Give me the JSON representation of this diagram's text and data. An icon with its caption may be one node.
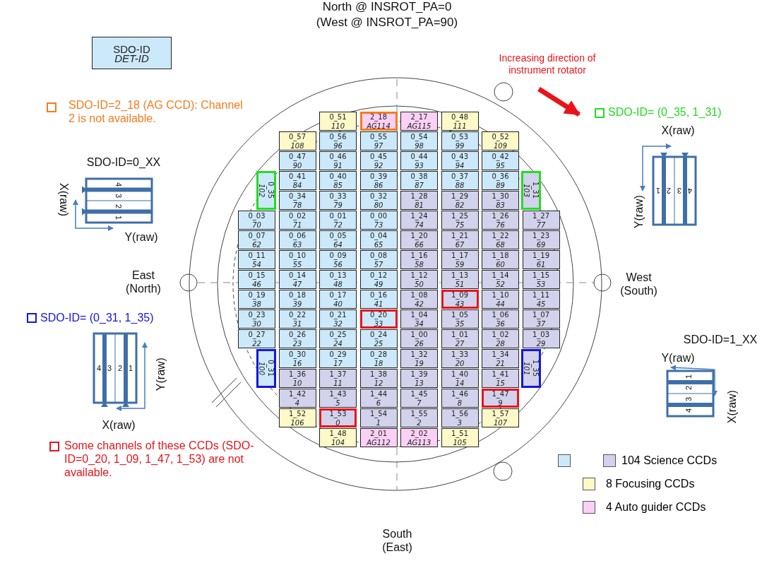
{
  "diagram": {
    "nodes": [
      {
        "text": [
          "SDO-ID",
          "DET-ID"
        ]
      },
      {
        "text": [
          "0_51",
          "110"
        ]
      },
      {
        "text": [
          "2_18",
          "AG114"
        ]
      },
      {
        "text": [
          "2_17",
          "AG115"
        ]
      },
      {
        "text": [
          "0_48",
          "111"
        ]
      },
      {
        "text": [
          "0_57",
          "108"
        ]
      },
      {
        "text": [
          "0_56",
          "96"
        ]
      },
      {
        "text": [
          "0_55",
          "97"
        ]
      },
      {
        "text": [
          "0_54",
          "98"
        ]
      },
      {
        "text": [
          "0_53",
          "99"
        ]
      },
      {
        "text": [
          "0_52",
          "109"
        ]
      },
      {
        "text": [
          "0_47",
          "90"
        ]
      },
      {
        "text": [
          "0_46",
          "91"
        ]
      },
      {
        "text": [
          "0_45",
          "92"
        ]
      },
      {
        "text": [
          "0_44",
          "93"
        ]
      },
      {
        "text": [
          "0_43",
          "94"
        ]
      },
      {
        "text": [
          "0_42",
          "95"
        ]
      },
      {
        "text": [
          "0_35",
          "102"
        ]
      },
      {
        "text": [
          "0_41",
          "84"
        ]
      },
      {
        "text": [
          "0_40",
          "85"
        ]
      },
      {
        "text": [
          "0_39",
          "86"
        ]
      },
      {
        "text": [
          "0_38",
          "87"
        ]
      },
      {
        "text": [
          "0_37",
          "88"
        ]
      },
      {
        "text": [
          "0_36",
          "89"
        ]
      },
      {
        "text": [
          "1_31",
          "103"
        ]
      },
      {
        "text": [
          "0_34",
          "78"
        ]
      },
      {
        "text": [
          "0_33",
          "79"
        ]
      },
      {
        "text": [
          "0_32",
          "80"
        ]
      },
      {
        "text": [
          "1_28",
          "81"
        ]
      },
      {
        "text": [
          "1_29",
          "82"
        ]
      },
      {
        "text": [
          "1_30",
          "83"
        ]
      },
      {
        "text": [
          "0_03",
          "70"
        ]
      },
      {
        "text": [
          "0_02",
          "71"
        ]
      },
      {
        "text": [
          "0_01",
          "72"
        ]
      },
      {
        "text": [
          "0_00",
          "73"
        ]
      },
      {
        "text": [
          "1_24",
          "74"
        ]
      },
      {
        "text": [
          "1_25",
          "75"
        ]
      },
      {
        "text": [
          "1_26",
          "76"
        ]
      },
      {
        "text": [
          "1_27",
          "77"
        ]
      },
      {
        "text": [
          "0_07",
          "62"
        ]
      },
      {
        "text": [
          "0_06",
          "63"
        ]
      },
      {
        "text": [
          "0_05",
          "64"
        ]
      },
      {
        "text": [
          "0_04",
          "65"
        ]
      },
      {
        "text": [
          "1_20",
          "66"
        ]
      },
      {
        "text": [
          "1_21",
          "67"
        ]
      },
      {
        "text": [
          "1_22",
          "68"
        ]
      },
      {
        "text": [
          "1_23",
          "69"
        ]
      },
      {
        "text": [
          "0_11",
          "54"
        ]
      },
      {
        "text": [
          "0_10",
          "55"
        ]
      },
      {
        "text": [
          "0_09",
          "56"
        ]
      },
      {
        "text": [
          "0_08",
          "57"
        ]
      },
      {
        "text": [
          "1_16",
          "58"
        ]
      },
      {
        "text": [
          "1_17",
          "59"
        ]
      },
      {
        "text": [
          "1_18",
          "60"
        ]
      },
      {
        "text": [
          "1_19",
          "61"
        ]
      },
      {
        "text": [
          "0_15",
          "46"
        ]
      },
      {
        "text": [
          "0_14",
          "47"
        ]
      },
      {
        "text": [
          "0_13",
          "48"
        ]
      },
      {
        "text": [
          "0_12",
          "49"
        ]
      },
      {
        "text": [
          "1_12",
          "50"
        ]
      },
      {
        "text": [
          "1_13",
          "51"
        ]
      },
      {
        "text": [
          "1_14",
          "52"
        ]
      },
      {
        "text": [
          "1_15",
          "53"
        ]
      },
      {
        "text": [
          "0_19",
          "38"
        ]
      },
      {
        "text": [
          "0_18",
          "39"
        ]
      },
      {
        "text": [
          "0_17",
          "40"
        ]
      },
      {
        "text": [
          "0_16",
          "41"
        ]
      },
      {
        "text": [
          "1_08",
          "42"
        ]
      },
      {
        "text": [
          "1_09",
          "43"
        ]
      },
      {
        "text": [
          "1_10",
          "44"
        ]
      },
      {
        "text": [
          "1_11",
          "45"
        ]
      },
      {
        "text": [
          "0_23",
          "30"
        ]
      },
      {
        "text": [
          "0_22",
          "31"
        ]
      },
      {
        "text": [
          "0_21",
          "32"
        ]
      },
      {
        "text": [
          "0_20",
          "33"
        ]
      },
      {
        "text": [
          "1_04",
          "34"
        ]
      },
      {
        "text": [
          "1_05",
          "35"
        ]
      },
      {
        "text": [
          "1_06",
          "36"
        ]
      },
      {
        "text": [
          "1_07",
          "37"
        ]
      },
      {
        "text": [
          "0_27",
          "22"
        ]
      },
      {
        "text": [
          "0_26",
          "23"
        ]
      },
      {
        "text": [
          "0_25",
          "24"
        ]
      },
      {
        "text": [
          "0_24",
          "25"
        ]
      },
      {
        "text": [
          "1_00",
          "26"
        ]
      },
      {
        "text": [
          "1_01",
          "27"
        ]
      },
      {
        "text": [
          "1_02",
          "28"
        ]
      },
      {
        "text": [
          "1_03",
          "29"
        ]
      },
      {
        "text": [
          "0_31",
          "100"
        ]
      },
      {
        "text": [
          "0_30",
          "16"
        ]
      },
      {
        "text": [
          "0_29",
          "17"
        ]
      },
      {
        "text": [
          "0_28",
          "18"
        ]
      },
      {
        "text": [
          "1_32",
          "19"
        ]
      },
      {
        "text": [
          "1_33",
          "20"
        ]
      },
      {
        "text": [
          "1_34",
          "21"
        ]
      },
      {
        "text": [
          "1_35",
          "101"
        ]
      },
      {
        "text": [
          "1_36",
          "10"
        ]
      },
      {
        "text": [
          "1_37",
          "11"
        ]
      },
      {
        "text": [
          "1_38",
          "12"
        ]
      },
      {
        "text": [
          "1_39",
          "13"
        ]
      },
      {
        "text": [
          "1_40",
          "14"
        ]
      },
      {
        "text": [
          "1_41",
          "15"
        ]
      },
      {
        "text": [
          "1_42",
          "4"
        ]
      },
      {
        "text": [
          "1_43",
          "5"
        ]
      },
      {
        "text": [
          "1_44",
          "6"
        ]
      },
      {
        "text": [
          "1_45",
          "7"
        ]
      },
      {
        "text": [
          "1_46",
          "8"
        ]
      },
      {
        "text": [
          "1_47",
          "9"
        ]
      },
      {
        "text": [
          "1_52",
          "106"
        ]
      },
      {
        "text": [
          "1_53",
          "0"
        ]
      },
      {
        "text": [
          "1_54",
          "1"
        ]
      },
      {
        "text": [
          "1_55",
          "2"
        ]
      },
      {
        "text": [
          "1_56",
          "3"
        ]
      },
      {
        "text": [
          "1_57",
          "107"
        ]
      },
      {
        "text": [
          "1_48",
          "104"
        ]
      },
      {
        "text": [
          "2_01",
          "AG112"
        ]
      },
      {
        "text": [
          "2_02",
          "AG113"
        ]
      },
      {
        "text": [
          "1_51",
          "105"
        ]
      }
    ],
    "labels": [
      "North @ INSROT_PA=0",
      "(West @ INSROT_PA=90)",
      "Increasing direction of instrument rotator",
      "SDO-ID=2_18 (AG CCD): Channel 2 is not available.",
      "SDO-ID= (0_35, 1_31)",
      "SDO-ID=0_XX",
      "X(raw)",
      "X(raw)",
      "Y(raw)",
      "Y(raw)",
      "East (North)",
      "West (South)",
      "SDO-ID= (0_31, 1_35)",
      "SDO-ID=1_XX",
      "Y(raw)",
      "Y(raw)",
      "X(raw)",
      "X(raw)",
      "Some channels of these CCDs (SDO-ID=0_20, 1_09, 1_47, 1_53) are not available.",
      "South (East)",
      "4",
      "3",
      "2",
      "1",
      "1",
      "2",
      "3",
      "4",
      "4",
      "3",
      "2",
      "1",
      "1",
      "2",
      "3",
      "4"
    ],
    "legend": [
      {
        "text": "104 Science CCDs",
        "color": "#cce9fb"
      },
      {
        "text": "8 Focusing CCDs",
        "color": "#fdf9c8"
      },
      {
        "text": "4 Auto guider CCDs",
        "color": "#fbd0f5"
      }
    ]
  }
}
